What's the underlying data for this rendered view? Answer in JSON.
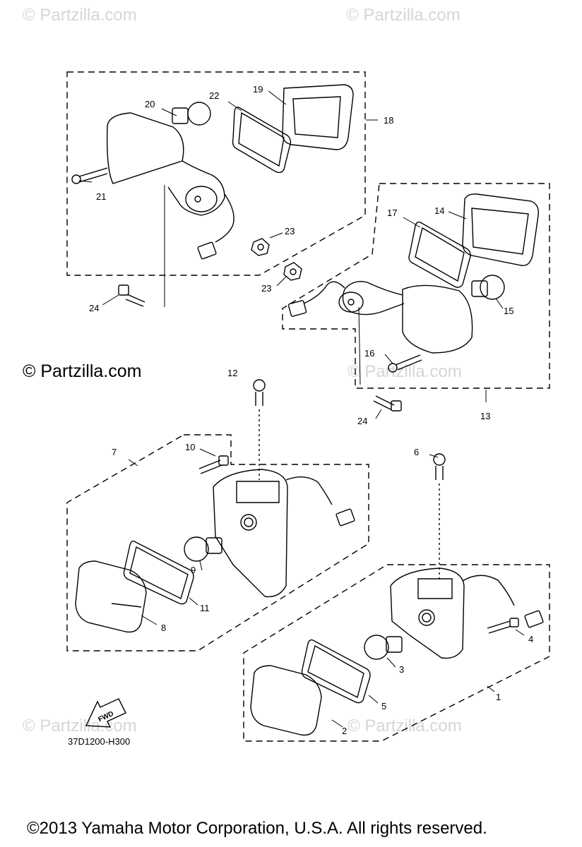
{
  "watermarks": {
    "top_left": "© Partzilla.com",
    "top_right": "© Partzilla.com",
    "mid_right": "© Partzilla.com",
    "bottom_left": "© Partzilla.com",
    "bottom_right": "© Partzilla.com"
  },
  "copyright_mid": "© Partzilla.com",
  "copyright_bottom": "©2013  Yamaha Motor Corporation, U.S.A. All rights reserved.",
  "diagram_code": "37D1200-H300",
  "fwd_label": "FWD",
  "callouts": [
    "1",
    "2",
    "3",
    "4",
    "5",
    "6",
    "7",
    "8",
    "9",
    "10",
    "11",
    "12",
    "13",
    "14",
    "15",
    "16",
    "17",
    "18",
    "19",
    "20",
    "21",
    "22",
    "23",
    "23",
    "24",
    "24"
  ]
}
